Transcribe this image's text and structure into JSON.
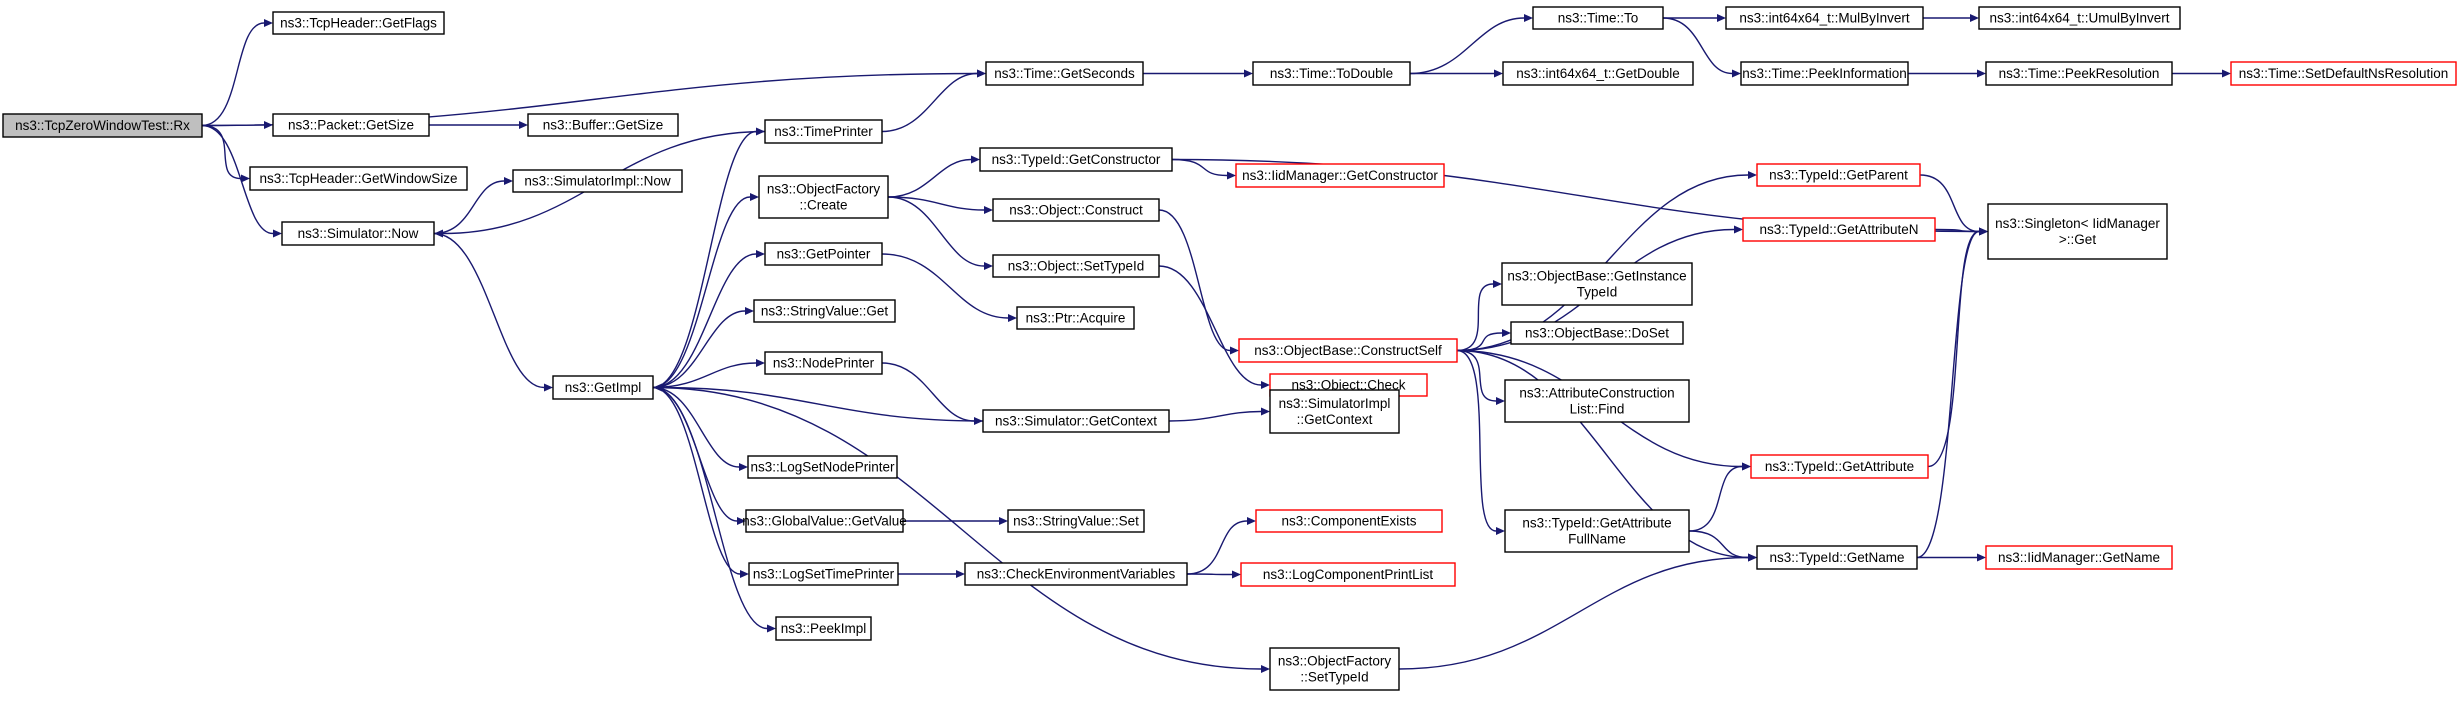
{
  "diagram": {
    "type": "call-graph",
    "colors": {
      "edge": "#191970",
      "root_fill": "#bfbfbf",
      "node_fill": "#ffffff",
      "node_border": "#000000",
      "truncated_border": "#ff0000"
    },
    "nodes": [
      {
        "id": "rx",
        "lines": [
          "ns3::TcpZeroWindowTest::Rx"
        ],
        "root": true
      },
      {
        "id": "getflags",
        "lines": [
          "ns3::TcpHeader::GetFlags"
        ]
      },
      {
        "id": "packet_getsize",
        "lines": [
          "ns3::Packet::GetSize"
        ]
      },
      {
        "id": "getwindowsize",
        "lines": [
          "ns3::TcpHeader::GetWindowSize"
        ]
      },
      {
        "id": "sim_now",
        "lines": [
          "ns3::Simulator::Now"
        ]
      },
      {
        "id": "buffer_getsize",
        "lines": [
          "ns3::Buffer::GetSize"
        ]
      },
      {
        "id": "simimpl_now",
        "lines": [
          "ns3::SimulatorImpl::Now"
        ]
      },
      {
        "id": "getimpl",
        "lines": [
          "ns3::GetImpl"
        ]
      },
      {
        "id": "timeprinter",
        "lines": [
          "ns3::TimePrinter"
        ]
      },
      {
        "id": "objfactory_create",
        "lines": [
          "ns3::ObjectFactory",
          "::Create"
        ]
      },
      {
        "id": "getpointer",
        "lines": [
          "ns3::GetPointer"
        ]
      },
      {
        "id": "stringvalue_get",
        "lines": [
          "ns3::StringValue::Get"
        ]
      },
      {
        "id": "nodeprinter",
        "lines": [
          "ns3::NodePrinter"
        ]
      },
      {
        "id": "logsetnodeprinter",
        "lines": [
          "ns3::LogSetNodePrinter"
        ]
      },
      {
        "id": "globalvalue_getvalue",
        "lines": [
          "ns3::GlobalValue::GetValue"
        ]
      },
      {
        "id": "logsettimeprinter",
        "lines": [
          "ns3::LogSetTimePrinter"
        ]
      },
      {
        "id": "peekimpl",
        "lines": [
          "ns3::PeekImpl"
        ]
      },
      {
        "id": "getseconds",
        "lines": [
          "ns3::Time::GetSeconds"
        ]
      },
      {
        "id": "getconstructor",
        "lines": [
          "ns3::TypeId::GetConstructor"
        ]
      },
      {
        "id": "object_construct",
        "lines": [
          "ns3::Object::Construct"
        ]
      },
      {
        "id": "object_settypeid",
        "lines": [
          "ns3::Object::SetTypeId"
        ]
      },
      {
        "id": "ptr_acquire",
        "lines": [
          "ns3::Ptr::Acquire"
        ]
      },
      {
        "id": "sim_getcontext",
        "lines": [
          "ns3::Simulator::GetContext"
        ]
      },
      {
        "id": "stringvalue_set",
        "lines": [
          "ns3::StringValue::Set"
        ]
      },
      {
        "id": "checkenv",
        "lines": [
          "ns3::CheckEnvironmentVariables"
        ]
      },
      {
        "id": "objfactory_settypeid",
        "lines": [
          "ns3::ObjectFactory",
          "::SetTypeId"
        ]
      },
      {
        "id": "todouble",
        "lines": [
          "ns3::Time::ToDouble"
        ]
      },
      {
        "id": "iid_getconstructor",
        "lines": [
          "ns3::IidManager::GetConstructor"
        ],
        "truncated": true
      },
      {
        "id": "constructself",
        "lines": [
          "ns3::ObjectBase::ConstructSelf"
        ],
        "truncated": true
      },
      {
        "id": "object_check",
        "lines": [
          "ns3::Object::Check"
        ],
        "truncated": true
      },
      {
        "id": "simimpl_getcontext",
        "lines": [
          "ns3::SimulatorImpl",
          "::GetContext"
        ]
      },
      {
        "id": "componentexists",
        "lines": [
          "ns3::ComponentExists"
        ],
        "truncated": true
      },
      {
        "id": "logcomponentprintlist",
        "lines": [
          "ns3::LogComponentPrintList"
        ],
        "truncated": true
      },
      {
        "id": "time_to",
        "lines": [
          "ns3::Time::To"
        ]
      },
      {
        "id": "int64_getdouble",
        "lines": [
          "ns3::int64x64_t::GetDouble"
        ]
      },
      {
        "id": "getinstancetypeid",
        "lines": [
          "ns3::ObjectBase::GetInstance",
          "TypeId"
        ]
      },
      {
        "id": "doset",
        "lines": [
          "ns3::ObjectBase::DoSet"
        ]
      },
      {
        "id": "attrconstr_find",
        "lines": [
          "ns3::AttributeConstruction",
          "List::Find"
        ]
      },
      {
        "id": "getattributefullname",
        "lines": [
          "ns3::TypeId::GetAttribute",
          "FullName"
        ]
      },
      {
        "id": "mulbyinvert",
        "lines": [
          "ns3::int64x64_t::MulByInvert"
        ]
      },
      {
        "id": "peekinformation",
        "lines": [
          "ns3::Time::PeekInformation"
        ]
      },
      {
        "id": "getparent",
        "lines": [
          "ns3::TypeId::GetParent"
        ],
        "truncated": true
      },
      {
        "id": "getattributen",
        "lines": [
          "ns3::TypeId::GetAttributeN"
        ],
        "truncated": true
      },
      {
        "id": "getattribute",
        "lines": [
          "ns3::TypeId::GetAttribute"
        ],
        "truncated": true
      },
      {
        "id": "typeid_getname",
        "lines": [
          "ns3::TypeId::GetName"
        ]
      },
      {
        "id": "umulbyinvert",
        "lines": [
          "ns3::int64x64_t::UmulByInvert"
        ]
      },
      {
        "id": "peekresolution",
        "lines": [
          "ns3::Time::PeekResolution"
        ]
      },
      {
        "id": "singleton_get",
        "lines": [
          "ns3::Singleton< IidManager",
          " >::Get"
        ]
      },
      {
        "id": "iid_getname",
        "lines": [
          "ns3::IidManager::GetName"
        ],
        "truncated": true
      },
      {
        "id": "setdefaultnsresolution",
        "lines": [
          "ns3::Time::SetDefaultNsResolution"
        ],
        "truncated": true
      }
    ],
    "edges": [
      [
        "rx",
        "getflags"
      ],
      [
        "rx",
        "getseconds"
      ],
      [
        "rx",
        "packet_getsize"
      ],
      [
        "rx",
        "getwindowsize"
      ],
      [
        "rx",
        "sim_now"
      ],
      [
        "packet_getsize",
        "buffer_getsize"
      ],
      [
        "sim_now",
        "simimpl_now"
      ],
      [
        "sim_now",
        "getimpl"
      ],
      [
        "getimpl",
        "timeprinter"
      ],
      [
        "getimpl",
        "objfactory_create"
      ],
      [
        "getimpl",
        "getpointer"
      ],
      [
        "getimpl",
        "stringvalue_get"
      ],
      [
        "getimpl",
        "nodeprinter"
      ],
      [
        "getimpl",
        "logsetnodeprinter"
      ],
      [
        "getimpl",
        "globalvalue_getvalue"
      ],
      [
        "getimpl",
        "logsettimeprinter"
      ],
      [
        "getimpl",
        "peekimpl"
      ],
      [
        "getimpl",
        "objfactory_settypeid"
      ],
      [
        "timeprinter",
        "sim_now"
      ],
      [
        "timeprinter",
        "getseconds"
      ],
      [
        "objfactory_create",
        "getconstructor"
      ],
      [
        "objfactory_create",
        "object_construct"
      ],
      [
        "objfactory_create",
        "object_settypeid"
      ],
      [
        "getpointer",
        "ptr_acquire"
      ],
      [
        "nodeprinter",
        "sim_getcontext"
      ],
      [
        "sim_getcontext",
        "getimpl"
      ],
      [
        "sim_getcontext",
        "simimpl_getcontext"
      ],
      [
        "globalvalue_getvalue",
        "stringvalue_set"
      ],
      [
        "logsettimeprinter",
        "checkenv"
      ],
      [
        "checkenv",
        "componentexists"
      ],
      [
        "checkenv",
        "logcomponentprintlist"
      ],
      [
        "objfactory_settypeid",
        "typeid_getname"
      ],
      [
        "getseconds",
        "todouble"
      ],
      [
        "todouble",
        "time_to"
      ],
      [
        "todouble",
        "int64_getdouble"
      ],
      [
        "time_to",
        "mulbyinvert"
      ],
      [
        "time_to",
        "peekinformation"
      ],
      [
        "mulbyinvert",
        "umulbyinvert"
      ],
      [
        "peekinformation",
        "peekresolution"
      ],
      [
        "peekresolution",
        "setdefaultnsresolution"
      ],
      [
        "getconstructor",
        "iid_getconstructor"
      ],
      [
        "getconstructor",
        "singleton_get"
      ],
      [
        "object_construct",
        "constructself"
      ],
      [
        "object_settypeid",
        "object_check"
      ],
      [
        "constructself",
        "getparent"
      ],
      [
        "constructself",
        "getattributen"
      ],
      [
        "constructself",
        "getinstancetypeid"
      ],
      [
        "constructself",
        "doset"
      ],
      [
        "constructself",
        "attrconstr_find"
      ],
      [
        "constructself",
        "getattribute"
      ],
      [
        "constructself",
        "getattributefullname"
      ],
      [
        "constructself",
        "typeid_getname"
      ],
      [
        "getparent",
        "singleton_get"
      ],
      [
        "getattributen",
        "singleton_get"
      ],
      [
        "getattribute",
        "singleton_get"
      ],
      [
        "getattributefullname",
        "getattribute"
      ],
      [
        "getattributefullname",
        "typeid_getname"
      ],
      [
        "typeid_getname",
        "singleton_get"
      ],
      [
        "typeid_getname",
        "iid_getname"
      ]
    ]
  }
}
